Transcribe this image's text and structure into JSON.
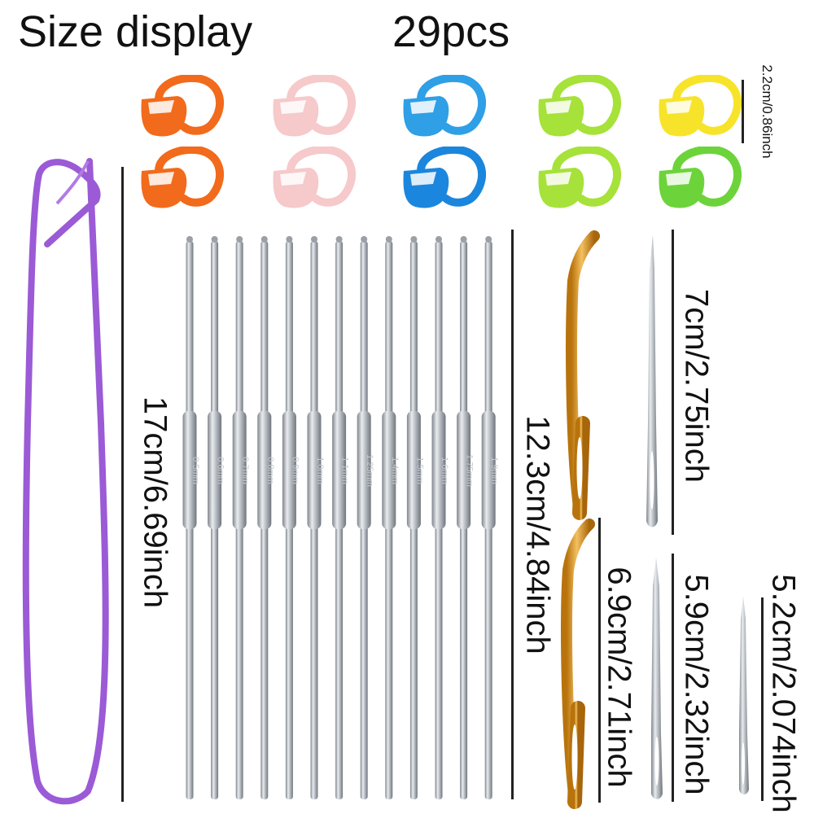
{
  "header": {
    "title_left": "Size display",
    "title_right": "29pcs"
  },
  "measurements": {
    "marker": "2.2cm/0.86inch",
    "stitch_holder": "17cm/6.69inch",
    "crochet_hook": "12.3cm/4.84inch",
    "straight_needle_large": "7cm/2.75inch",
    "bent_needle": "6.9cm/2.71inch",
    "straight_needle_medium": "5.9cm/2.32inch",
    "straight_needle_small": "5.2cm/2.074inch"
  },
  "crochet_hook_sizes": [
    "0.5mm",
    "0.6mm",
    "0.7mm",
    "0.8mm",
    "0.9mm",
    "1.0mm",
    "1.1mm",
    "1.25mm",
    "1.4mm",
    "1.5mm",
    "1.6mm",
    "1.75mm",
    "1.9mm"
  ],
  "marker_colors": {
    "row1": [
      "#f26a1b",
      "#f6c9cb",
      "#2f9fe6",
      "#a6e23a",
      "#f7e42a"
    ],
    "row2": [
      "#f26a1b",
      "#f6c9cb",
      "#1b86dd",
      "#a6e23a",
      "#6cd43a"
    ]
  },
  "colors": {
    "stitch_holder": "#9b5ad6",
    "bent_needle": "#d9951d",
    "steel": "#b8bdc3"
  }
}
